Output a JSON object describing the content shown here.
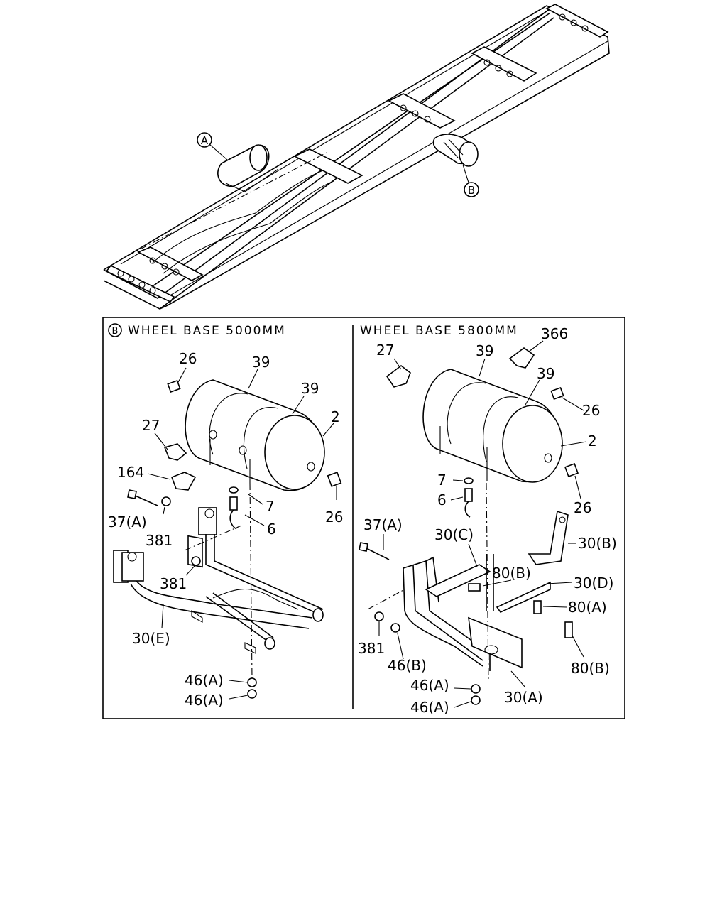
{
  "top_callouts": {
    "a": "A",
    "b": "B"
  },
  "panel_left": {
    "marker": "B",
    "header": "WHEEL BASE 5000MM",
    "labels": {
      "l26a": "26",
      "l39a": "39",
      "l39b": "39",
      "l2": "2",
      "l27": "27",
      "l164": "164",
      "l37a": "37(A)",
      "l381a": "381",
      "l7": "7",
      "l6": "6",
      "l26b": "26",
      "l381b": "381",
      "l30e": "30(E)",
      "l46a": "46(A)",
      "l46b": "46(A)"
    }
  },
  "panel_right": {
    "header": "WHEEL BASE 5800MM",
    "labels": {
      "l27": "27",
      "l39a": "39",
      "l366": "366",
      "l39b": "39",
      "l26a": "26",
      "l2": "2",
      "l7": "7",
      "l6": "6",
      "l26b": "26",
      "l37a": "37(A)",
      "l30c": "30(C)",
      "l30b": "30(B)",
      "l80b1": "80(B)",
      "l30d": "30(D)",
      "l80a": "80(A)",
      "l381": "381",
      "l46b": "46(B)",
      "l80b2": "80(B)",
      "l46a1": "46(A)",
      "l30a": "30(A)",
      "l46a2": "46(A)"
    }
  }
}
